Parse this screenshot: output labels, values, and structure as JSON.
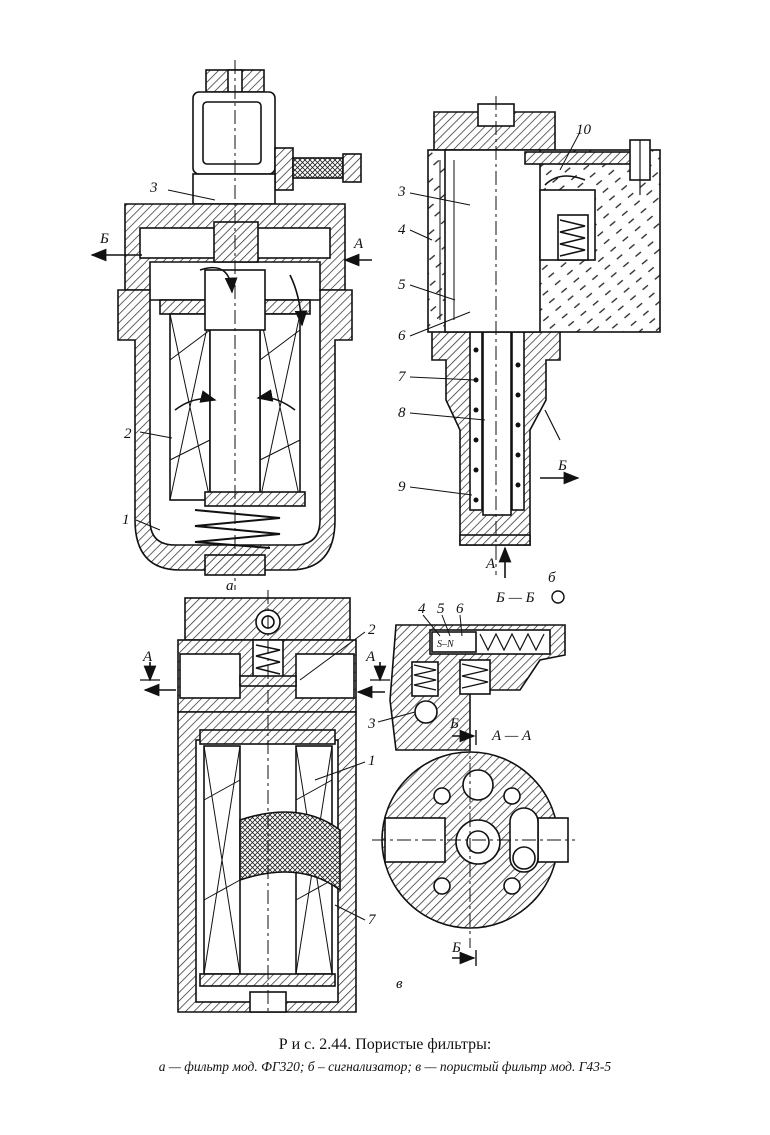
{
  "figure": {
    "caption_title": "Р и с. 2.44. Пористые фильтры:",
    "caption_legend": "а — фильтр мод. ФГ320; б – сигнализатор; в — пористый фильтр мод. Г43-5"
  },
  "panel_a": {
    "letter": "а",
    "flow_out": "Б",
    "flow_in": "А",
    "callouts": [
      "3",
      "2",
      "1"
    ]
  },
  "panel_b": {
    "letter": "б",
    "flow_out": "Б",
    "flow_in": "А",
    "callouts": [
      "10",
      "3",
      "4",
      "5",
      "6",
      "7",
      "8",
      "9"
    ],
    "section_label": "Б — Б"
  },
  "panel_v": {
    "letter": "в",
    "section_mark": "А",
    "callouts": [
      "2",
      "1",
      "7"
    ],
    "bb_callouts": [
      "4",
      "5",
      "6",
      "3"
    ],
    "magnet_label": "S–N",
    "aa_title": "А — А",
    "section_b_mark": "Б"
  }
}
